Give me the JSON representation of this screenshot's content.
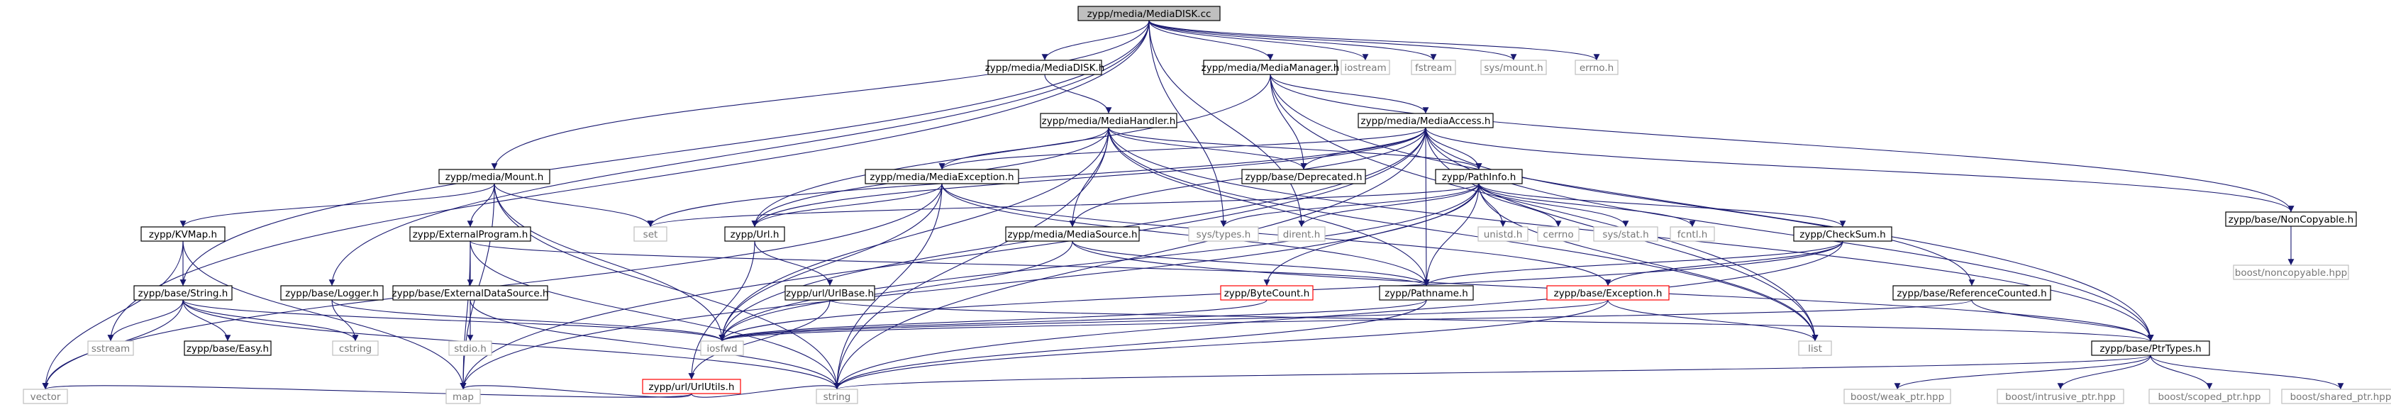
{
  "colors": {
    "edge": "#191970",
    "box_border": "#000000",
    "box_border_link_missing": "#ff0000",
    "box_border_external": "#bfbfbf",
    "root_fill": "#bfbfbf",
    "node_fill": "#ffffff",
    "external_text": "#777777"
  },
  "nodes": [
    {
      "id": "mediadisk_cc",
      "label": "zypp/media/MediaDISK.cc",
      "kind": "root"
    },
    {
      "id": "mediadisk_h",
      "label": "zypp/media/MediaDISK.h",
      "kind": "file"
    },
    {
      "id": "mediamanager_h",
      "label": "zypp/media/MediaManager.h",
      "kind": "file"
    },
    {
      "id": "iostream",
      "label": "iostream",
      "kind": "external"
    },
    {
      "id": "fstream",
      "label": "fstream",
      "kind": "external"
    },
    {
      "id": "sys_mount_h",
      "label": "sys/mount.h",
      "kind": "external"
    },
    {
      "id": "errno_h",
      "label": "errno.h",
      "kind": "external"
    },
    {
      "id": "mediahandler_h",
      "label": "zypp/media/MediaHandler.h",
      "kind": "file"
    },
    {
      "id": "mediaaccess_h",
      "label": "zypp/media/MediaAccess.h",
      "kind": "file"
    },
    {
      "id": "mount_h",
      "label": "zypp/media/Mount.h",
      "kind": "file"
    },
    {
      "id": "mediaexception_h",
      "label": "zypp/media/MediaException.h",
      "kind": "file"
    },
    {
      "id": "deprecated_h",
      "label": "zypp/base/Deprecated.h",
      "kind": "file"
    },
    {
      "id": "pathinfo_h",
      "label": "zypp/PathInfo.h",
      "kind": "file"
    },
    {
      "id": "noncopyable_h",
      "label": "zypp/base/NonCopyable.h",
      "kind": "file"
    },
    {
      "id": "kvmap_h",
      "label": "zypp/KVMap.h",
      "kind": "file"
    },
    {
      "id": "externalprogram_h",
      "label": "zypp/ExternalProgram.h",
      "kind": "file"
    },
    {
      "id": "set",
      "label": "set",
      "kind": "external"
    },
    {
      "id": "url_h",
      "label": "zypp/Url.h",
      "kind": "file"
    },
    {
      "id": "sys_types_h",
      "label": "sys/types.h",
      "kind": "external"
    },
    {
      "id": "dirent_h",
      "label": "dirent.h",
      "kind": "external"
    },
    {
      "id": "unistd_h",
      "label": "unistd.h",
      "kind": "external"
    },
    {
      "id": "cerrno",
      "label": "cerrno",
      "kind": "external"
    },
    {
      "id": "sys_stat_h",
      "label": "sys/stat.h",
      "kind": "external"
    },
    {
      "id": "fcntl_h",
      "label": "fcntl.h",
      "kind": "external"
    },
    {
      "id": "checksum_h",
      "label": "zypp/CheckSum.h",
      "kind": "file"
    },
    {
      "id": "boost_noncopyable",
      "label": "boost/noncopyable.hpp",
      "kind": "external"
    },
    {
      "id": "mediasource_h",
      "label": "zypp/media/MediaSource.h",
      "kind": "file"
    },
    {
      "id": "string_h",
      "label": "zypp/base/String.h",
      "kind": "file"
    },
    {
      "id": "logger_h",
      "label": "zypp/base/Logger.h",
      "kind": "file"
    },
    {
      "id": "externaldatasource_h",
      "label": "zypp/base/ExternalDataSource.h",
      "kind": "file"
    },
    {
      "id": "urlbase_h",
      "label": "zypp/url/UrlBase.h",
      "kind": "file"
    },
    {
      "id": "pathname_h",
      "label": "zypp/Pathname.h",
      "kind": "file"
    },
    {
      "id": "bytecount_h",
      "label": "zypp/ByteCount.h",
      "kind": "missing"
    },
    {
      "id": "exception_h",
      "label": "zypp/base/Exception.h",
      "kind": "missing"
    },
    {
      "id": "refcounted_h",
      "label": "zypp/base/ReferenceCounted.h",
      "kind": "file"
    },
    {
      "id": "sstream",
      "label": "sstream",
      "kind": "external"
    },
    {
      "id": "easy_h",
      "label": "zypp/base/Easy.h",
      "kind": "file"
    },
    {
      "id": "cstring",
      "label": "cstring",
      "kind": "external"
    },
    {
      "id": "stdio_h",
      "label": "stdio.h",
      "kind": "external"
    },
    {
      "id": "iosfwd",
      "label": "iosfwd",
      "kind": "external"
    },
    {
      "id": "list",
      "label": "list",
      "kind": "external"
    },
    {
      "id": "ptrtypes_h",
      "label": "zypp/base/PtrTypes.h",
      "kind": "file"
    },
    {
      "id": "urlutils_h",
      "label": "zypp/url/UrlUtils.h",
      "kind": "missing"
    },
    {
      "id": "vector",
      "label": "vector",
      "kind": "external"
    },
    {
      "id": "map",
      "label": "map",
      "kind": "external"
    },
    {
      "id": "string",
      "label": "string",
      "kind": "external"
    },
    {
      "id": "boost_weak_ptr",
      "label": "boost/weak_ptr.hpp",
      "kind": "external"
    },
    {
      "id": "boost_intrusive_ptr",
      "label": "boost/intrusive_ptr.hpp",
      "kind": "external"
    },
    {
      "id": "boost_scoped_ptr",
      "label": "boost/scoped_ptr.hpp",
      "kind": "external"
    },
    {
      "id": "boost_shared_ptr",
      "label": "boost/shared_ptr.hpp",
      "kind": "external"
    }
  ],
  "edges": [
    [
      "mediadisk_cc",
      "mediadisk_h"
    ],
    [
      "mediadisk_cc",
      "mediamanager_h"
    ],
    [
      "mediadisk_cc",
      "iostream"
    ],
    [
      "mediadisk_cc",
      "fstream"
    ],
    [
      "mediadisk_cc",
      "sys_mount_h"
    ],
    [
      "mediadisk_cc",
      "errno_h"
    ],
    [
      "mediadisk_cc",
      "mount_h"
    ],
    [
      "mediadisk_cc",
      "logger_h"
    ],
    [
      "mediadisk_cc",
      "string_h"
    ],
    [
      "mediadisk_cc",
      "sstream"
    ],
    [
      "mediadisk_cc",
      "sys_types_h"
    ],
    [
      "mediadisk_cc",
      "dirent_h"
    ],
    [
      "mediadisk_h",
      "mediahandler_h"
    ],
    [
      "mediamanager_h",
      "mediaaccess_h"
    ],
    [
      "mediamanager_h",
      "noncopyable_h"
    ],
    [
      "mediamanager_h",
      "deprecated_h"
    ],
    [
      "mediamanager_h",
      "url_h"
    ],
    [
      "mediamanager_h",
      "ptrtypes_h"
    ],
    [
      "mediamanager_h",
      "list"
    ],
    [
      "mediahandler_h",
      "mediaexception_h"
    ],
    [
      "mediahandler_h",
      "deprecated_h"
    ],
    [
      "mediahandler_h",
      "pathinfo_h"
    ],
    [
      "mediahandler_h",
      "mediasource_h"
    ],
    [
      "mediahandler_h",
      "url_h"
    ],
    [
      "mediahandler_h",
      "pathname_h"
    ],
    [
      "mediahandler_h",
      "ptrtypes_h"
    ],
    [
      "mediahandler_h",
      "string"
    ],
    [
      "mediahandler_h",
      "iosfwd"
    ],
    [
      "mediahandler_h",
      "list"
    ],
    [
      "mediaaccess_h",
      "mediaexception_h"
    ],
    [
      "mediaaccess_h",
      "deprecated_h"
    ],
    [
      "mediaaccess_h",
      "pathinfo_h"
    ],
    [
      "mediaaccess_h",
      "noncopyable_h"
    ],
    [
      "mediaaccess_h",
      "url_h"
    ],
    [
      "mediaaccess_h",
      "mediasource_h"
    ],
    [
      "mediaaccess_h",
      "refcounted_h"
    ],
    [
      "mediaaccess_h",
      "ptrtypes_h"
    ],
    [
      "mediaaccess_h",
      "pathname_h"
    ],
    [
      "mediaaccess_h",
      "map"
    ],
    [
      "mediaaccess_h",
      "list"
    ],
    [
      "mediaaccess_h",
      "string"
    ],
    [
      "mediaaccess_h",
      "iosfwd"
    ],
    [
      "mediaaccess_h",
      "set"
    ],
    [
      "mount_h",
      "kvmap_h"
    ],
    [
      "mount_h",
      "externalprogram_h"
    ],
    [
      "mount_h",
      "set"
    ],
    [
      "mount_h",
      "map"
    ],
    [
      "mount_h",
      "string"
    ],
    [
      "mount_h",
      "iosfwd"
    ],
    [
      "mediaexception_h",
      "url_h"
    ],
    [
      "mediaexception_h",
      "exception_h"
    ],
    [
      "mediaexception_h",
      "pathname_h"
    ],
    [
      "mediaexception_h",
      "string"
    ],
    [
      "mediaexception_h",
      "iosfwd"
    ],
    [
      "mediaexception_h",
      "vector"
    ],
    [
      "pathinfo_h",
      "set"
    ],
    [
      "pathinfo_h",
      "sys_types_h"
    ],
    [
      "pathinfo_h",
      "dirent_h"
    ],
    [
      "pathinfo_h",
      "unistd_h"
    ],
    [
      "pathinfo_h",
      "cerrno"
    ],
    [
      "pathinfo_h",
      "sys_stat_h"
    ],
    [
      "pathinfo_h",
      "fcntl_h"
    ],
    [
      "pathinfo_h",
      "checksum_h"
    ],
    [
      "pathinfo_h",
      "bytecount_h"
    ],
    [
      "pathinfo_h",
      "pathname_h"
    ],
    [
      "pathinfo_h",
      "list"
    ],
    [
      "pathinfo_h",
      "map"
    ],
    [
      "pathinfo_h",
      "iosfwd"
    ],
    [
      "noncopyable_h",
      "boost_noncopyable"
    ],
    [
      "kvmap_h",
      "string_h"
    ],
    [
      "kvmap_h",
      "vector"
    ],
    [
      "kvmap_h",
      "map"
    ],
    [
      "externalprogram_h",
      "externaldatasource_h"
    ],
    [
      "externalprogram_h",
      "pathname_h"
    ],
    [
      "externalprogram_h",
      "map"
    ],
    [
      "externalprogram_h",
      "string"
    ],
    [
      "url_h",
      "urlbase_h"
    ],
    [
      "url_h",
      "urlutils_h"
    ],
    [
      "checksum_h",
      "exception_h"
    ],
    [
      "checksum_h",
      "pathname_h"
    ],
    [
      "checksum_h",
      "iosfwd"
    ],
    [
      "checksum_h",
      "string"
    ],
    [
      "mediasource_h",
      "pathname_h"
    ],
    [
      "mediasource_h",
      "ptrtypes_h"
    ],
    [
      "mediasource_h",
      "iosfwd"
    ],
    [
      "string_h",
      "sstream"
    ],
    [
      "string_h",
      "easy_h"
    ],
    [
      "string_h",
      "cstring"
    ],
    [
      "string_h",
      "iosfwd"
    ],
    [
      "string_h",
      "vector"
    ],
    [
      "string_h",
      "string"
    ],
    [
      "logger_h",
      "cstring"
    ],
    [
      "logger_h",
      "iosfwd"
    ],
    [
      "externaldatasource_h",
      "stdio_h"
    ],
    [
      "externaldatasource_h",
      "string"
    ],
    [
      "urlbase_h",
      "urlutils_h"
    ],
    [
      "urlbase_h",
      "ptrtypes_h"
    ],
    [
      "pathname_h",
      "iosfwd"
    ],
    [
      "pathname_h",
      "string"
    ],
    [
      "bytecount_h",
      "iosfwd"
    ],
    [
      "exception_h",
      "iosfwd"
    ],
    [
      "exception_h",
      "list"
    ],
    [
      "exception_h",
      "string"
    ],
    [
      "refcounted_h",
      "iosfwd"
    ],
    [
      "refcounted_h",
      "ptrtypes_h"
    ],
    [
      "urlutils_h",
      "string"
    ],
    [
      "urlutils_h",
      "vector"
    ],
    [
      "urlutils_h",
      "map"
    ],
    [
      "ptrtypes_h",
      "string"
    ],
    [
      "ptrtypes_h",
      "boost_weak_ptr"
    ],
    [
      "ptrtypes_h",
      "boost_intrusive_ptr"
    ],
    [
      "ptrtypes_h",
      "boost_scoped_ptr"
    ],
    [
      "ptrtypes_h",
      "boost_shared_ptr"
    ]
  ]
}
